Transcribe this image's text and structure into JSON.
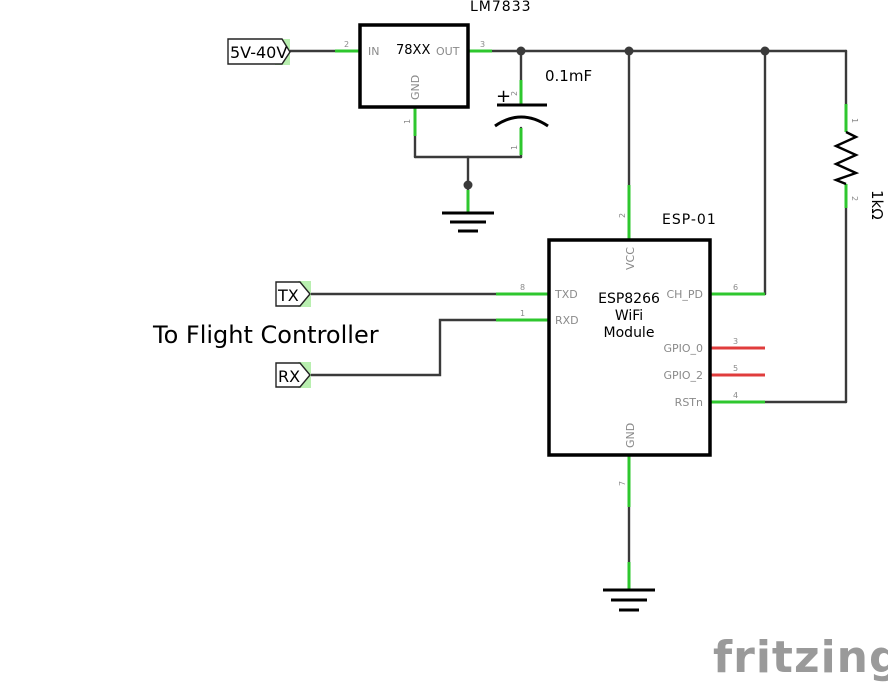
{
  "regulator": {
    "name": "LM7833",
    "body": "78XX",
    "pins": {
      "in": "IN",
      "out": "OUT",
      "gnd": "GND",
      "in_num": "2",
      "out_num": "3",
      "gnd_num": "1"
    }
  },
  "capacitor": {
    "value": "0.1mF",
    "polarity": "+",
    "pin_pos": "2",
    "pin_neg": "1"
  },
  "resistor": {
    "value": "1kΩ",
    "pin1": "1",
    "pin2": "2"
  },
  "esp": {
    "name": "ESP-01",
    "body_line1": "ESP8266",
    "body_line2": "WiFi",
    "body_line3": "Module",
    "pins": {
      "vcc": "VCC",
      "vcc_num": "2",
      "txd": "TXD",
      "txd_num": "8",
      "rxd": "RXD",
      "rxd_num": "1",
      "ch_pd": "CH_PD",
      "ch_pd_num": "6",
      "gpio0": "GPIO_0",
      "gpio0_num": "3",
      "gpio2": "GPIO_2",
      "gpio2_num": "5",
      "rstn": "RSTn",
      "rstn_num": "4",
      "gnd": "GND",
      "gnd_num": "7"
    }
  },
  "ports": {
    "power": "5V-40V",
    "tx": "TX",
    "rx": "RX"
  },
  "caption": "To Flight Controller",
  "brand": "fritzing",
  "colors": {
    "connected_pin": "#2ec72e",
    "unconnected_pin": "#e03c3c",
    "wire": "#3a3a3a",
    "brand": "#9a9a9a"
  }
}
